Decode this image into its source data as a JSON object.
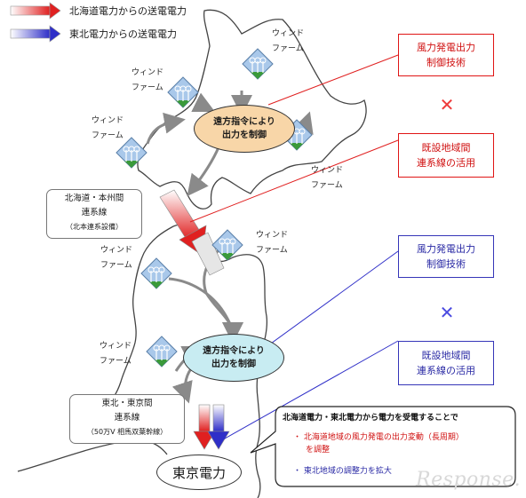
{
  "legend": {
    "hokkaido": "北海道電力からの送電電力",
    "tohoku": "東北電力からの送電電力",
    "colors": {
      "red": "#e02020",
      "blue": "#2f2fc8"
    }
  },
  "wind_farm_label": "ウィンド\nファーム",
  "ovals": {
    "hokkaido": {
      "text": "遠方指令により\n出力を制御",
      "color": "#f8d6a8"
    },
    "tohoku": {
      "text": "遠方指令により\n出力を制御",
      "color": "#c8ecf2"
    }
  },
  "red_boxes": {
    "top": "風力発電出力\n制御技術",
    "cross": "✕",
    "bottom": "既設地域間\n連系線の活用"
  },
  "blue_boxes": {
    "top": "風力発電出力\n制御技術",
    "cross": "✕",
    "bottom": "既設地域間\n連系線の活用"
  },
  "links": {
    "hokkaido_honshu": {
      "line1": "北海道・本州間",
      "line2": "連系線",
      "line3": "（北本連系設備）"
    },
    "tohoku_tokyo": {
      "line1": "東北・東京間",
      "line2": "連系線",
      "line3": "（50万V 相馬双葉幹線）"
    }
  },
  "tepco": "東京電力",
  "callout": {
    "heading": "北海道電力・東北電力から電力を受電することで",
    "item1_bullet": "・",
    "item1_line1": "北海道地域の風力発電の出力変動（長周期）",
    "item1_line2": "を調整",
    "item2_bullet": "・",
    "item2": "東北地域の調整力を拡大"
  },
  "watermark": "Response."
}
